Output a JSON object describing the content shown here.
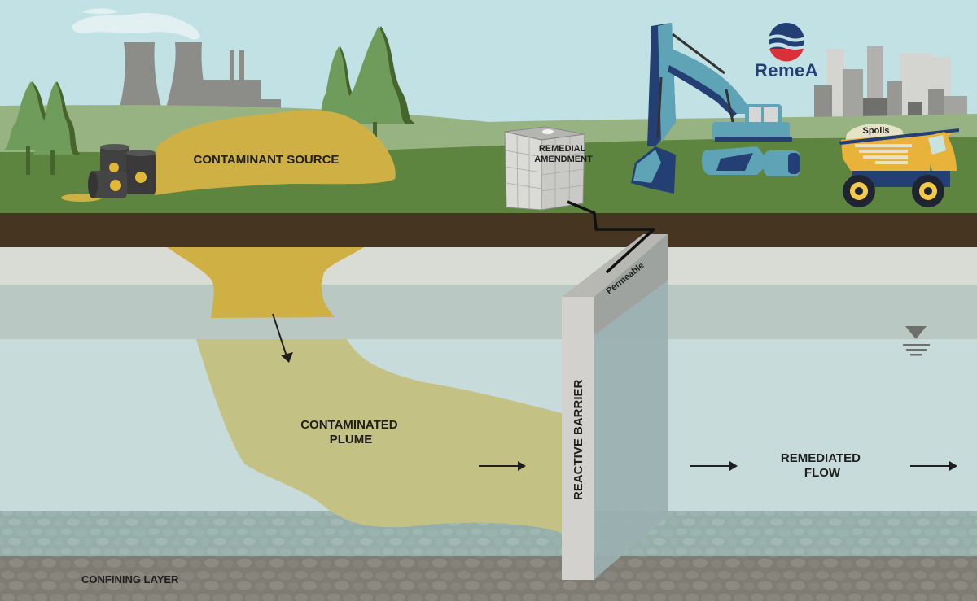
{
  "diagram": {
    "title": "Permeable Reactive Barrier groundwater remediation",
    "brand": {
      "name": "RemeA",
      "colors": {
        "navy": "#243f73",
        "red": "#d8313a"
      }
    },
    "labels": {
      "contaminant_source": "CONTAMINANT SOURCE",
      "remedial_amendment_line1": "REMEDIAL",
      "remedial_amendment_line2": "AMENDMENT",
      "spoils": "Spoils",
      "permeable": "Permeable",
      "reactive_barrier": "REACTIVE BARRIER",
      "contaminated_plume_line1": "CONTAMINATED",
      "contaminated_plume_line2": "PLUME",
      "remediated_flow_line1": "REMEDIATED",
      "remediated_flow_line2": "FLOW",
      "confining_layer": "CONFINING LAYER"
    },
    "icons": [
      "factory-icon",
      "tree-icon",
      "radioactive-barrel-icon",
      "amendment-tank-icon",
      "excavator-icon",
      "dump-truck-icon",
      "city-skyline-icon",
      "water-table-icon",
      "flow-arrow-icon",
      "remea-logo-icon"
    ],
    "colors": {
      "sky": "#c1e1e4",
      "grass": "#5e8540",
      "grass_far": "#97b382",
      "topsoil": "#453521",
      "vadose_upper": "#d9dbd5",
      "vadose_lower": "#bac8c4",
      "aquifer": "#c7dbdb",
      "source": "#cfb044",
      "plume": "#c4c184",
      "confining": "#7e7c73",
      "barrier_front": "#d3d1cd",
      "barrier_top": "#b7b8b4",
      "barrier_side": "#9ab0b0"
    }
  }
}
